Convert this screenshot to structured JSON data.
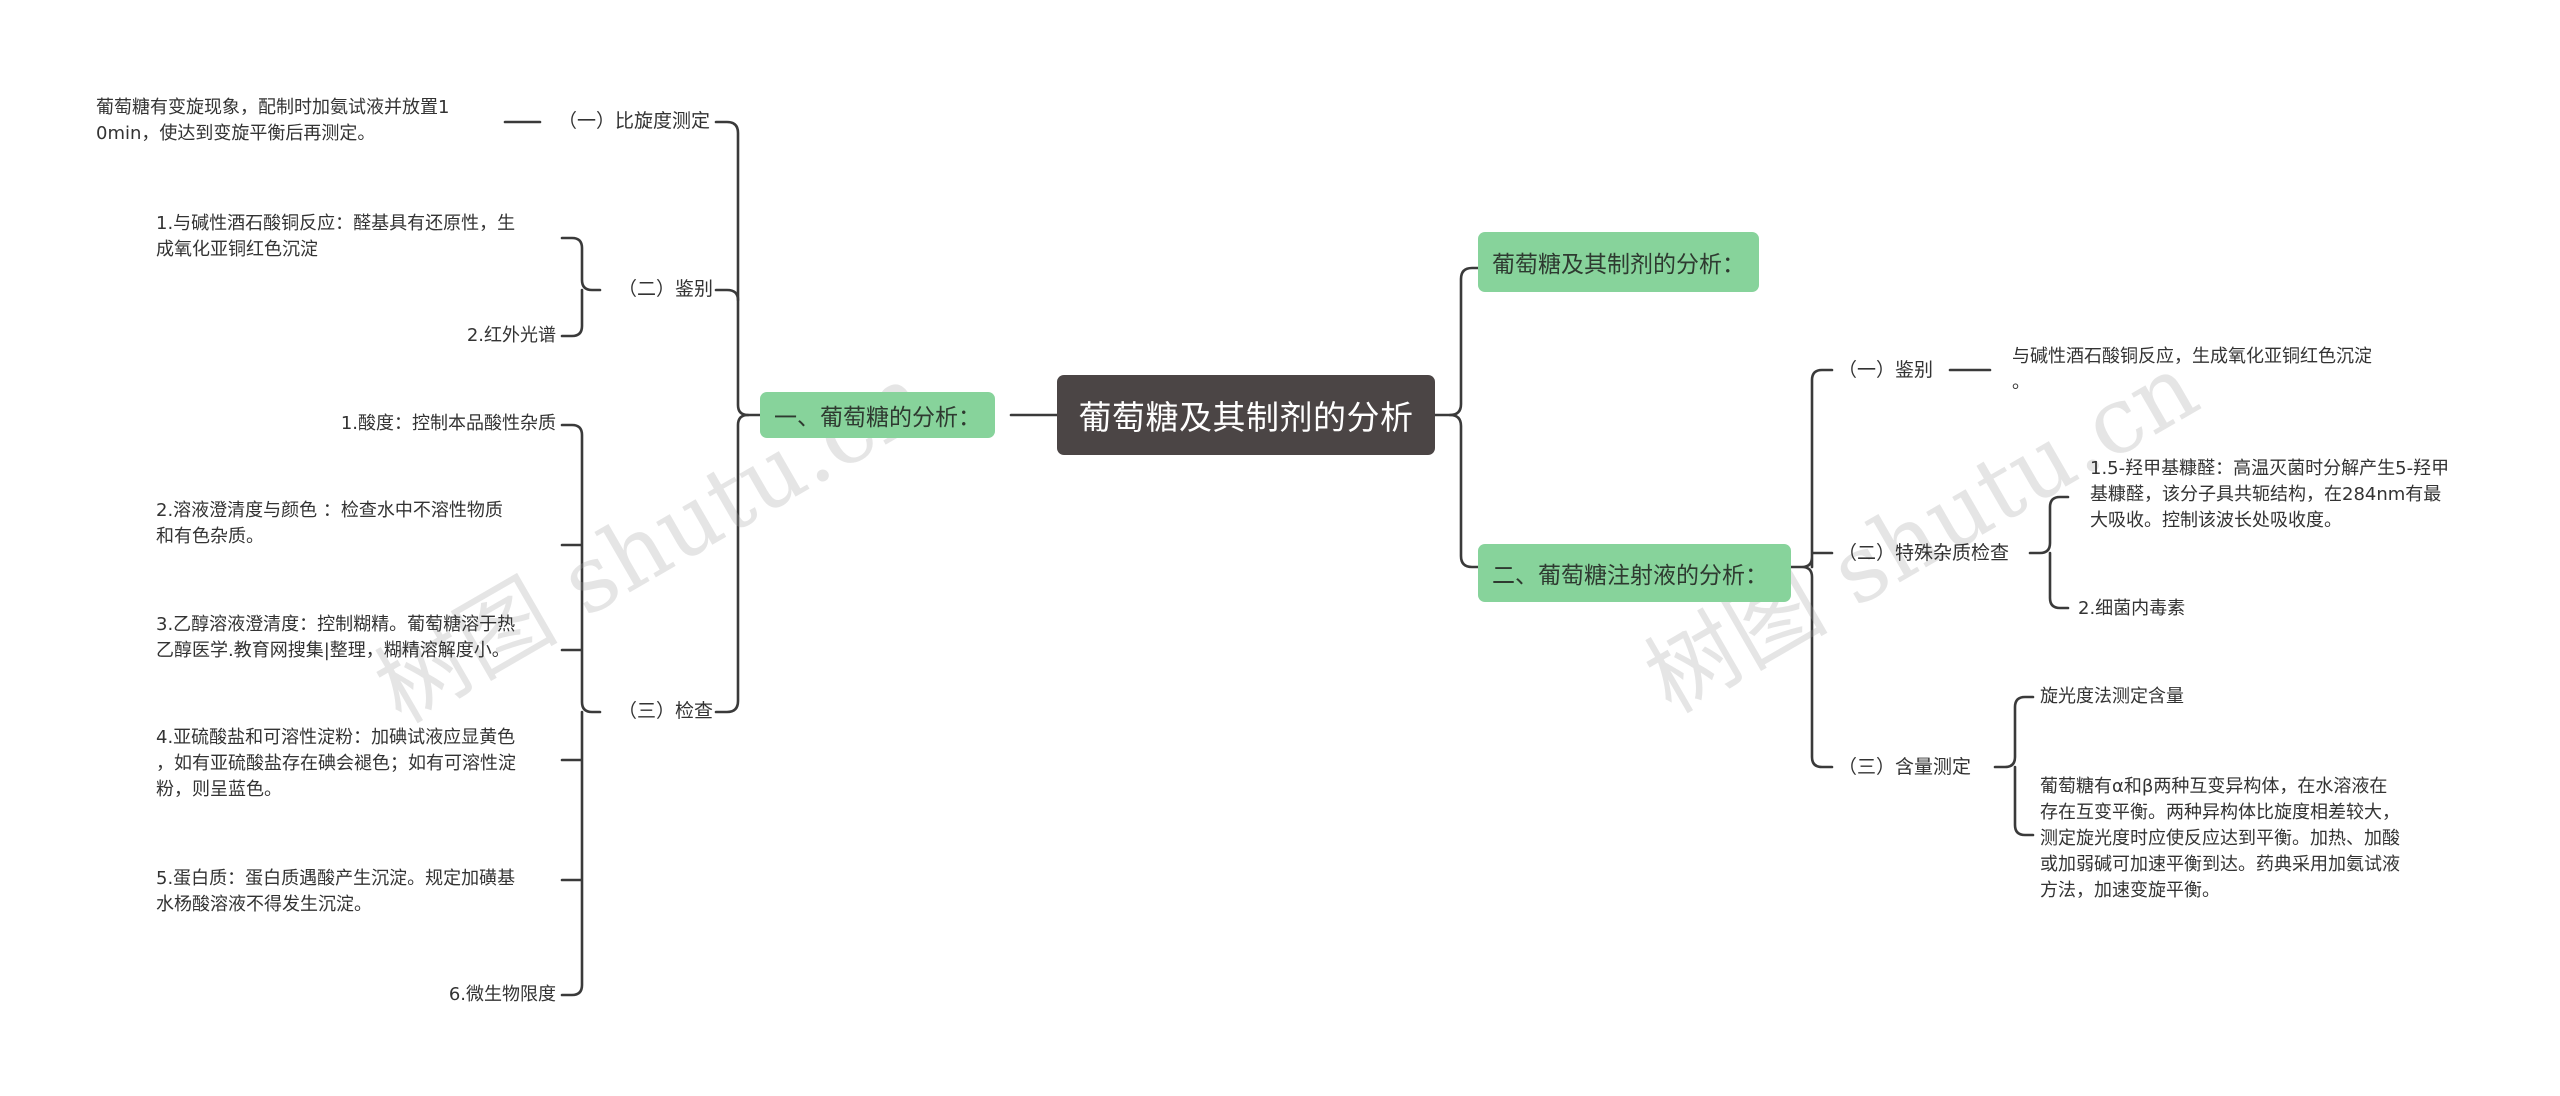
{
  "root": {
    "title": "葡萄糖及其制剂的分析"
  },
  "left_branch": {
    "title": "一、葡萄糖的分析：",
    "subs": {
      "s1": {
        "label": "（一）比旋度测定",
        "leaf1": "葡萄糖有变旋现象，配制时加氨试液并放置1",
        "leaf1b": "0min，使达到变旋平衡后再测定。"
      },
      "s2": {
        "label": "（二）鉴别",
        "leaf1a": "1.与碱性酒石酸铜反应：醛基具有还原性，生",
        "leaf1b": "成氧化亚铜红色沉淀",
        "leaf2": "2.红外光谱"
      },
      "s3": {
        "label": "（三）检查",
        "l1": "1.酸度：控制本品酸性杂质",
        "l2a": "2.溶液澄清度与颜色 ：检查水中不溶性物质",
        "l2b": "和有色杂质。",
        "l3a": "3.乙醇溶液澄清度：控制糊精。葡萄糖溶于热",
        "l3b": "乙醇医学.教育网搜集|整理，糊精溶解度小。",
        "l4a": "4.亚硫酸盐和可溶性淀粉：加碘试液应显黄色",
        "l4b": "，如有亚硫酸盐存在碘会褪色；如有可溶性淀",
        "l4c": "粉，则呈蓝色。",
        "l5a": "5.蛋白质：蛋白质遇酸产生沉淀。规定加磺基",
        "l5b": "水杨酸溶液不得发生沉淀。",
        "l6": "6.微生物限度"
      }
    }
  },
  "right_top": {
    "title": "葡萄糖及其制剂的分析："
  },
  "right_branch": {
    "title": "二、葡萄糖注射液的分析：",
    "subs": {
      "s1": {
        "label": "（一）鉴别",
        "leaf_a": "与碱性酒石酸铜反应，生成氧化亚铜红色沉淀",
        "leaf_b": "。"
      },
      "s2": {
        "label": "（二）特殊杂质检查",
        "l1a": "1.5-羟甲基糠醛：高温灭菌时分解产生5-羟甲",
        "l1b": "基糠醛，该分子具共轭结构，在284nm有最",
        "l1c": "大吸收。控制该波长处吸收度。",
        "l2": "2.细菌内毒素"
      },
      "s3": {
        "label": "（三）含量测定",
        "l1": "旋光度法测定含量",
        "l2a": "葡萄糖有α和β两种互变异构体，在水溶液在",
        "l2b": "存在互变平衡。两种异构体比旋度相差较大，",
        "l2c": "测定旋光度时应使反应达到平衡。加热、加酸",
        "l2d": "或加弱碱可加速平衡到达。药典采用加氨试液",
        "l2e": "方法，加速变旋平衡。"
      }
    }
  },
  "watermark": {
    "text1": "树图 shutu.cn",
    "text2": "树图 shutu.cn"
  },
  "colors": {
    "root_bg": "#4b4545",
    "branch_bg": "#87d39b",
    "line": "#3a3a3a"
  }
}
